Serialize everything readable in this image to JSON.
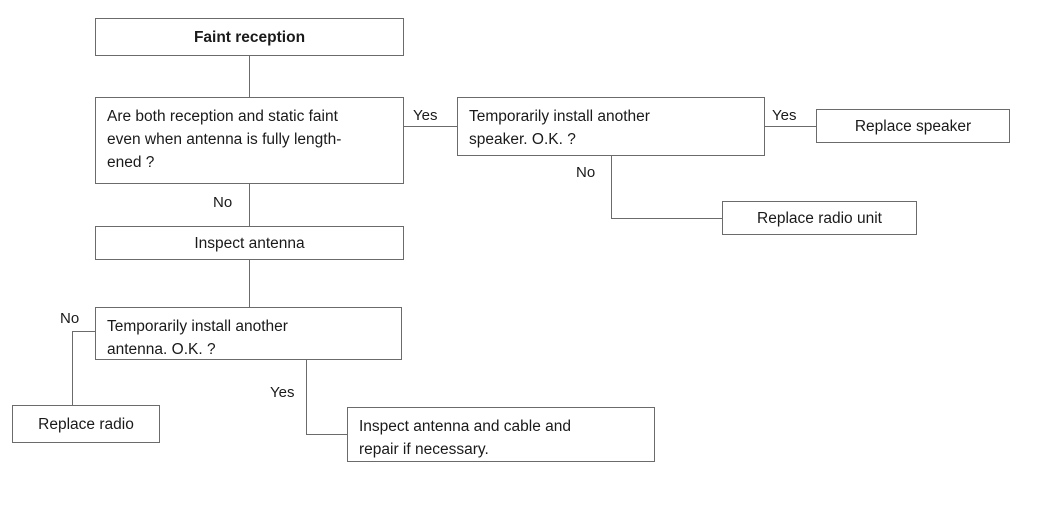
{
  "diagram": {
    "title": "Faint reception troubleshooting flowchart",
    "colors": {
      "border": "#6b6b6b",
      "text": "#1a1a1a",
      "background": "#ffffff"
    },
    "nodes": {
      "start": {
        "label": "Faint reception"
      },
      "decision_reception_static": {
        "label": "Are both reception and static faint\neven when antenna is fully length-\nened ?"
      },
      "action_temp_speaker": {
        "label": "Temporarily install another\nspeaker. O.K. ?"
      },
      "result_replace_speaker": {
        "label": "Replace speaker"
      },
      "result_replace_radio_unit": {
        "label": "Replace radio unit"
      },
      "action_inspect_antenna": {
        "label": "Inspect antenna"
      },
      "decision_temp_antenna": {
        "label": "Temporarily install another\nantenna. O.K. ?"
      },
      "result_replace_radio": {
        "label": "Replace radio"
      },
      "result_inspect_cable": {
        "label": "Inspect antenna and cable and\nrepair if necessary."
      }
    },
    "edge_labels": {
      "reception_yes": "Yes",
      "reception_no": "No",
      "speaker_yes": "Yes",
      "speaker_no": "No",
      "antenna_no": "No",
      "antenna_yes": "Yes"
    }
  }
}
